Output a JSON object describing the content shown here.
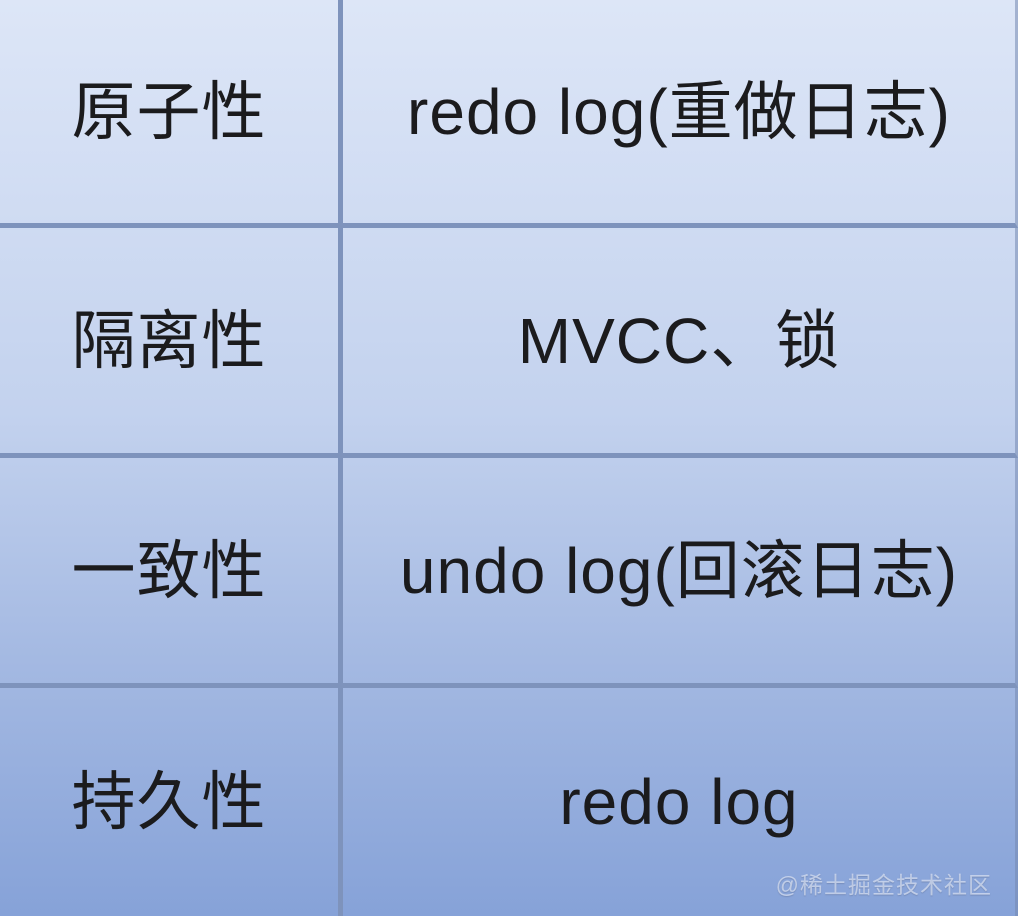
{
  "chart_data": {
    "type": "table",
    "title": "",
    "rows": [
      [
        "原子性",
        "redo log(重做日志)"
      ],
      [
        "隔离性",
        "MVCC、锁"
      ],
      [
        "一致性",
        "undo log(回滚日志)"
      ],
      [
        "持久性",
        "redo log"
      ]
    ]
  },
  "watermark": {
    "text": "@稀土掘金技术社区"
  },
  "colors": {
    "gradient_top": "#dde6f7",
    "gradient_bottom": "#86a2d8",
    "grid_line": "#7e93bc",
    "text": "#1b1b1d",
    "watermark": "rgba(232,238,248,0.62)"
  }
}
